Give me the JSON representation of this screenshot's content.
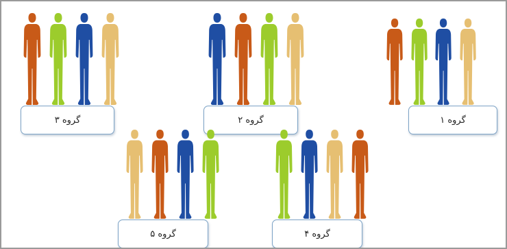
{
  "colors": {
    "orange": "#c85a18",
    "lime": "#9ccc2c",
    "blue": "#1f4ea3",
    "tan": "#e6bf72",
    "box_border": "#7da3c6"
  },
  "icon": "person-silhouette-icon",
  "groups": [
    {
      "id": "g3",
      "label": "گروه ۳",
      "figures": [
        "orange",
        "lime",
        "blue",
        "tan"
      ]
    },
    {
      "id": "g2",
      "label": "گروه ۲",
      "figures": [
        "blue",
        "orange",
        "lime",
        "tan"
      ]
    },
    {
      "id": "g1",
      "label": "گروه ۱",
      "figures": [
        "orange",
        "lime",
        "blue",
        "tan"
      ]
    },
    {
      "id": "g5",
      "label": "گروه ۵",
      "figures": [
        "tan",
        "orange",
        "blue",
        "lime"
      ]
    },
    {
      "id": "g4",
      "label": "گروه ۴",
      "figures": [
        "lime",
        "blue",
        "tan",
        "orange"
      ]
    }
  ]
}
